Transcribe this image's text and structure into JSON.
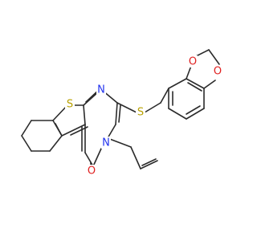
{
  "molecule": {
    "colors": {
      "bond": "#2b2b2b",
      "S": "#b8a100",
      "N": "#2233ee",
      "O": "#e02020",
      "background": "#ffffff"
    },
    "atoms": {
      "S_thiophene": "S",
      "N_upper": "N",
      "S_thioether": "S",
      "N_ring": "N",
      "O_carbonyl": "O",
      "O_dioxole_top": "O",
      "O_dioxole_right": "O"
    }
  }
}
